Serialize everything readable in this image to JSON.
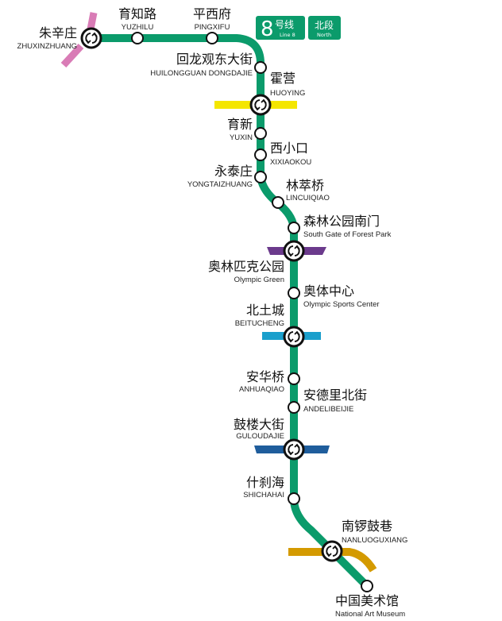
{
  "badge": {
    "line_number": "8",
    "line_zh": "号线",
    "line_en": "Line 8",
    "section_zh": "北段",
    "section_en": "North"
  },
  "colors": {
    "line8": "#0b9b6b",
    "transfer_pink": "#d97cb6",
    "transfer_yellow": "#f4e600",
    "transfer_purple": "#6b3a8c",
    "transfer_cyan": "#1a9fcc",
    "transfer_blue": "#1f5d9c",
    "transfer_gold": "#d49a00"
  },
  "stations": [
    {
      "zh": "朱辛庄",
      "en": "ZHUXINZHUANG",
      "transfer": true
    },
    {
      "zh": "育知路",
      "en": "YUZHILU",
      "transfer": false
    },
    {
      "zh": "平西府",
      "en": "PINGXIFU",
      "transfer": false
    },
    {
      "zh": "回龙观东大街",
      "en": "HUILONGGUAN DONGDAJIE",
      "transfer": false
    },
    {
      "zh": "霍营",
      "en": "HUOYING",
      "transfer": true
    },
    {
      "zh": "育新",
      "en": "YUXIN",
      "transfer": false
    },
    {
      "zh": "西小口",
      "en": "XIXIAOKOU",
      "transfer": false
    },
    {
      "zh": "永泰庄",
      "en": "YONGTAIZHUANG",
      "transfer": false
    },
    {
      "zh": "林萃桥",
      "en": "LINCUIQIAO",
      "transfer": false
    },
    {
      "zh": "森林公园南门",
      "en": "South Gate of Forest Park",
      "transfer": false
    },
    {
      "zh": "奥林匹克公园",
      "en": "Olympic Green",
      "transfer": true
    },
    {
      "zh": "奥体中心",
      "en": "Olympic Sports Center",
      "transfer": false
    },
    {
      "zh": "北土城",
      "en": "BEITUCHENG",
      "transfer": true
    },
    {
      "zh": "安华桥",
      "en": "ANHUAQIAO",
      "transfer": false
    },
    {
      "zh": "安德里北街",
      "en": "ANDELIBEIJIE",
      "transfer": false
    },
    {
      "zh": "鼓楼大街",
      "en": "GULOUDAJIE",
      "transfer": true
    },
    {
      "zh": "什刹海",
      "en": "SHICHAHAI",
      "transfer": false
    },
    {
      "zh": "南锣鼓巷",
      "en": "NANLUOGUXIANG",
      "transfer": true
    },
    {
      "zh": "中国美术馆",
      "en": "National Art Museum",
      "transfer": false
    }
  ]
}
